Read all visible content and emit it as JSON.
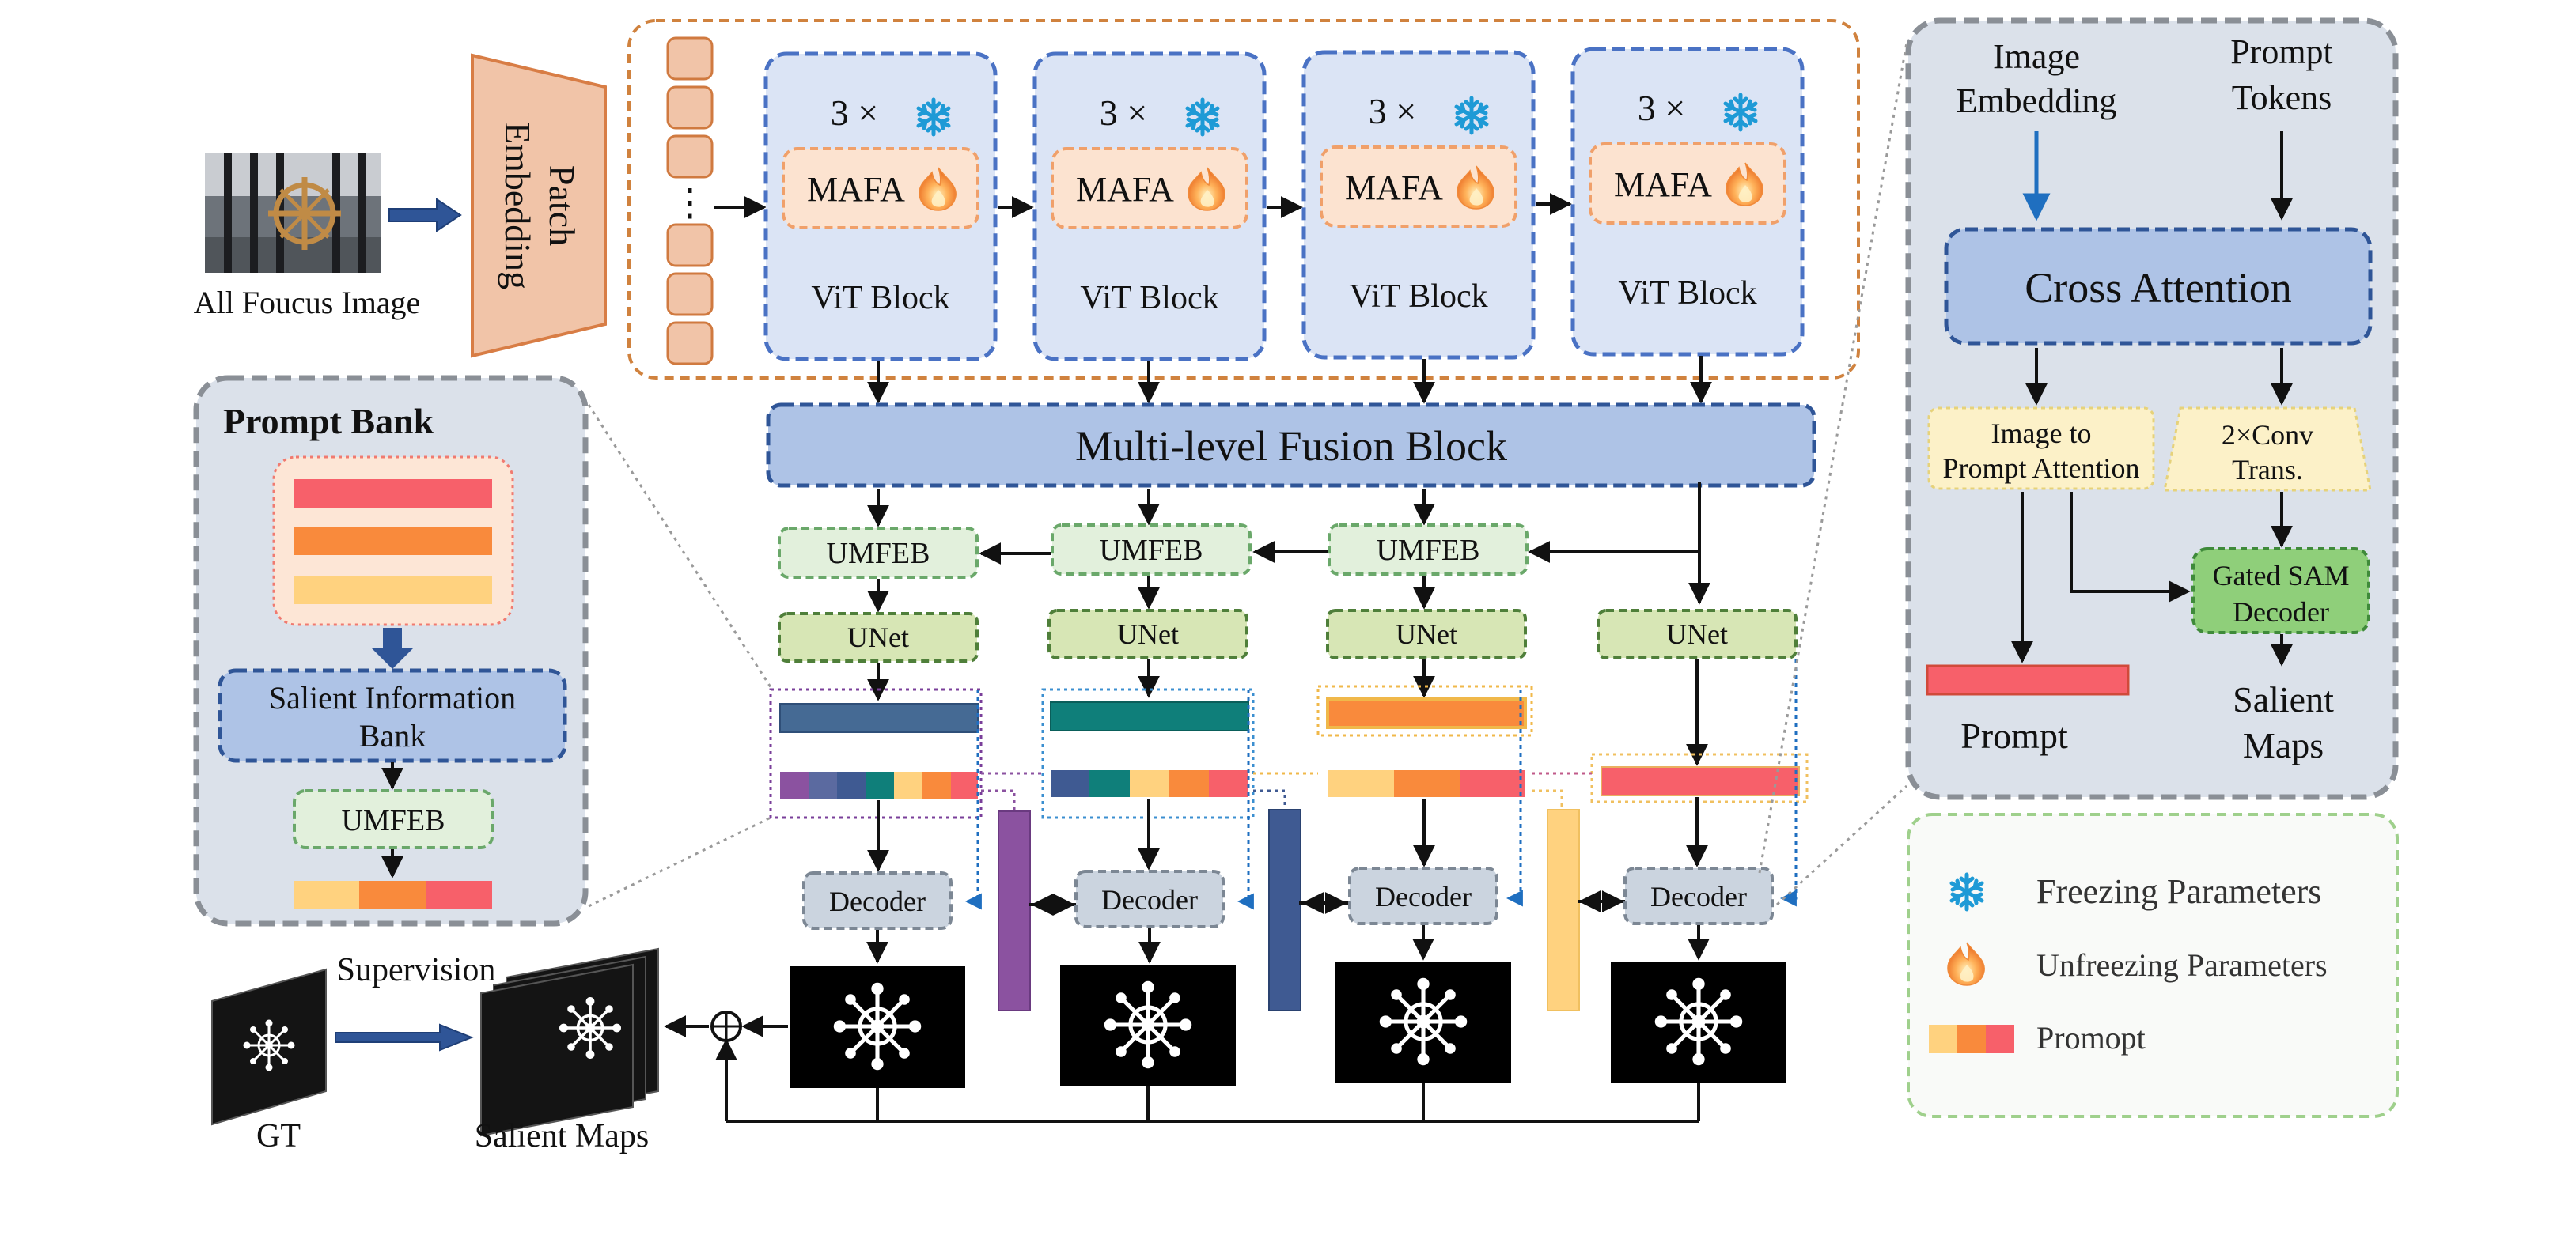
{
  "input": {
    "caption": "All Foucus Image"
  },
  "patch_embedding": {
    "line1": "Patch",
    "line2": "Embedding"
  },
  "vit_blocks": [
    {
      "multiplier": "3  ×",
      "mafa": "MAFA",
      "label": "ViT Block"
    },
    {
      "multiplier": "3  ×",
      "mafa": "MAFA",
      "label": "ViT Block"
    },
    {
      "multiplier": "3  ×",
      "mafa": "MAFA",
      "label": "ViT Block"
    },
    {
      "multiplier": "3  ×",
      "mafa": "MAFA",
      "label": "ViT Block"
    }
  ],
  "token_ellipsis": "⋮",
  "fusion": {
    "label": "Multi-level Fusion Block"
  },
  "umfeb_label": "UMFEB",
  "unet_label": "UNet",
  "decoder_label": "Decoder",
  "prompt_bank": {
    "title": "Prompt Bank",
    "salient_line1": "Salient Information",
    "salient_line2": "Bank",
    "umfeb": "UMFEB"
  },
  "right_panel": {
    "image_embedding_line1": "Image",
    "image_embedding_line2": "Embedding",
    "prompt_tokens_line1": "Prompt",
    "prompt_tokens_line2": "Tokens",
    "cross_attention": "Cross Attention",
    "i2p_line1": "Image to",
    "i2p_line2": "Prompt Attention",
    "conv_line1": "2×Conv",
    "conv_line2": "Trans.",
    "gated_line1": "Gated SAM",
    "gated_line2": "Decoder",
    "prompt": "Prompt",
    "salient_line1": "Salient",
    "salient_line2": "Maps"
  },
  "legend": {
    "freezing": "Freezing Parameters",
    "unfreezing": "Unfreezing Parameters",
    "prompt": "Promopt"
  },
  "bottom": {
    "supervision": "Supervision",
    "gt": "GT",
    "salient_maps": "Salient Maps",
    "plus": "+"
  },
  "colors": {
    "vit_fill": "#dbe4f5",
    "vit_border": "#4a72c4",
    "fusion_fill": "#aec3e6",
    "mafa_fill": "#fce3d0",
    "patch_fill": "#f1c4a8",
    "umfeb_fill": "#e2f0dc",
    "unet_fill": "#d7e6b5",
    "decoder_fill": "#cbd4df",
    "panel_fill": "#dbe1ea",
    "red": "#f7606a",
    "orange": "#f98a3c",
    "yellow": "#ffd27f",
    "purple": "#8b52a0",
    "navy": "#3f5a92",
    "teal": "#0f7f7a",
    "steel": "#456a94"
  }
}
